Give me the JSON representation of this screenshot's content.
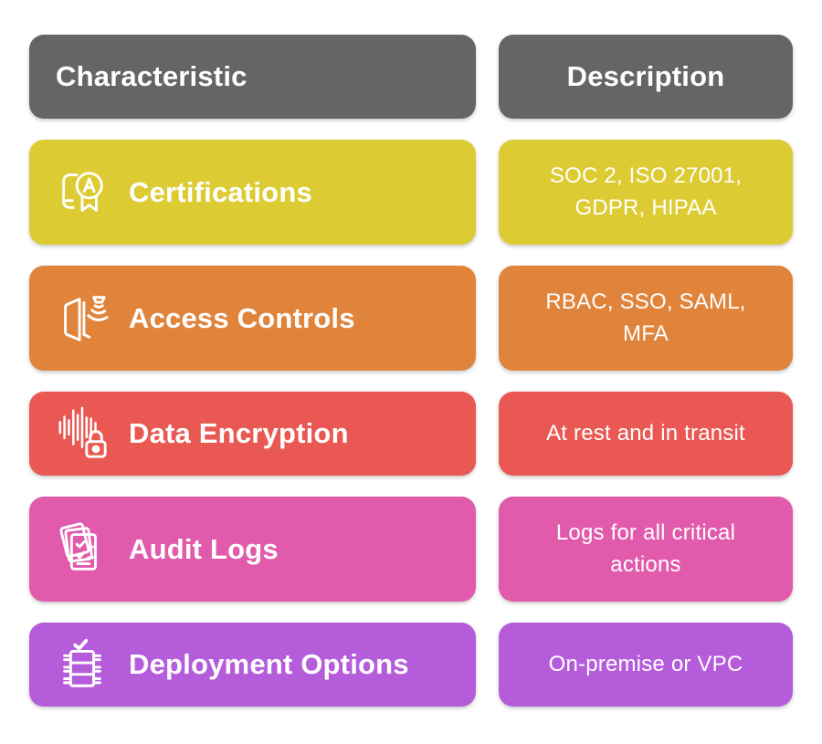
{
  "table": {
    "header_color": "#656467",
    "text_color": "#ffffff",
    "columns": [
      {
        "label": "Characteristic"
      },
      {
        "label": "Description"
      }
    ],
    "rows": [
      {
        "label": "Certifications",
        "description": "SOC 2, ISO 27001, GDPR, HIPAA",
        "color": "#ddcb33",
        "icon": "certificate-badge-icon"
      },
      {
        "label": "Access Controls",
        "description": "RBAC, SSO, SAML, MFA",
        "color": "#e0843c",
        "icon": "door-sensor-icon"
      },
      {
        "label": "Data Encryption",
        "description": "At rest and in transit",
        "color": "#e95852",
        "icon": "waveform-lock-icon"
      },
      {
        "label": "Audit Logs",
        "description": "Logs for all critical actions",
        "color": "#e15aab",
        "icon": "documents-checklist-icon"
      },
      {
        "label": "Deployment Options",
        "description": "On-premise or VPC",
        "color": "#b55cdb",
        "icon": "server-check-icon"
      }
    ]
  }
}
